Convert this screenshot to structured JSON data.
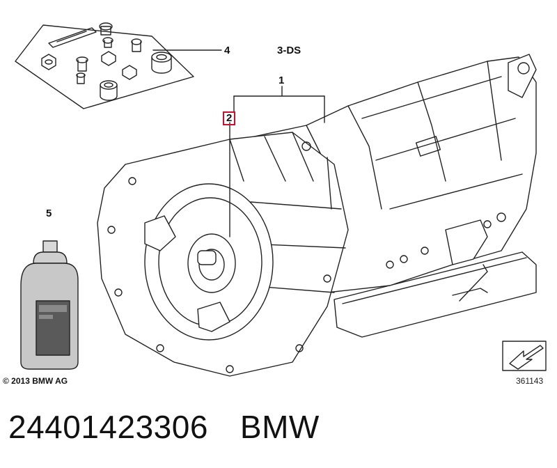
{
  "diagram": {
    "model_code": "3-DS",
    "callouts": {
      "item_1": "1",
      "item_2": "2",
      "item_4": "4",
      "item_5": "5"
    },
    "copyright": "© 2013 BMW AG",
    "image_number": "361143",
    "highlight_color": "#c8102e"
  },
  "caption": {
    "part_number": "24401423306",
    "brand": "BMW"
  }
}
